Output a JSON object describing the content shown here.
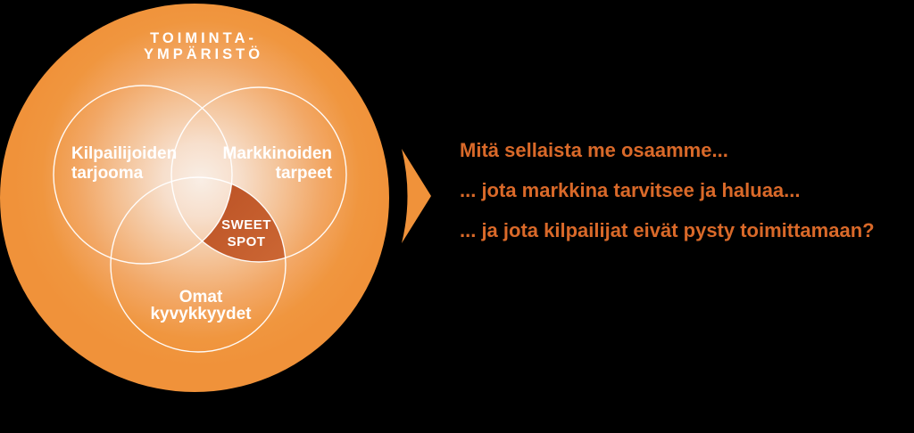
{
  "colors": {
    "background": "#000000",
    "primary_orange": "#F0923A",
    "venn_center_light": "#F9EEE5",
    "sweet_spot_orange": "#C2592B",
    "question_text_orange": "#D96929",
    "label_white": "#FFFFFF"
  },
  "venn": {
    "title": {
      "line1": "TOIMINTA-",
      "line2": "YMPÄRISTÖ"
    },
    "circles": [
      {
        "name": "competitors-offering",
        "label_line1": "Kilpailijoiden",
        "label_line2": "tarjooma"
      },
      {
        "name": "market-needs",
        "label_line1": "Markkinoiden",
        "label_line2": "tarpeet"
      },
      {
        "name": "own-capabilities",
        "label_line1": "Omat",
        "label_line2": "kyvykkyydet"
      }
    ],
    "sweet_spot": {
      "line1": "SWEET",
      "line2": "SPOT"
    }
  },
  "questions": [
    {
      "text": "Mitä sellaista me osaamme..."
    },
    {
      "text": "... jota markkina tarvitsee ja haluaa..."
    },
    {
      "text": "... ja jota kilpailijat eivät pysty toimittamaan?"
    }
  ]
}
